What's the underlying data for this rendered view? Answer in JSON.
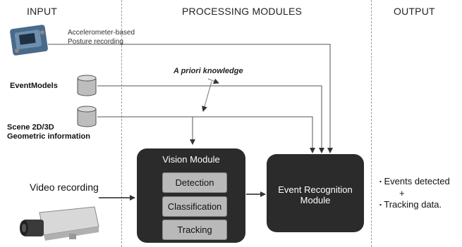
{
  "columns": {
    "input": "INPUT",
    "processing": "PROCESSING MODULES",
    "output": "OUTPUT"
  },
  "inputs": {
    "accelerometer_line1": "Accelerometer-based",
    "accelerometer_line2": "Posture recording",
    "event_models": "EventModels",
    "scene_line1": "Scene 2D/3D",
    "scene_line2": "Geometric information",
    "video": "Video recording"
  },
  "annotation": "A priori knowledge",
  "vision_module": {
    "title": "Vision Module",
    "steps": [
      "Detection",
      "Classification",
      "Tracking"
    ]
  },
  "event_module": {
    "line1": "Event Recognition",
    "line2": "Module"
  },
  "output": {
    "line1": "Events detected",
    "plus": "+",
    "line2": "Tracking data."
  },
  "colors": {
    "module_bg": "#2b2b2b",
    "step_bg": "#b9b9b9",
    "line": "#555555"
  }
}
